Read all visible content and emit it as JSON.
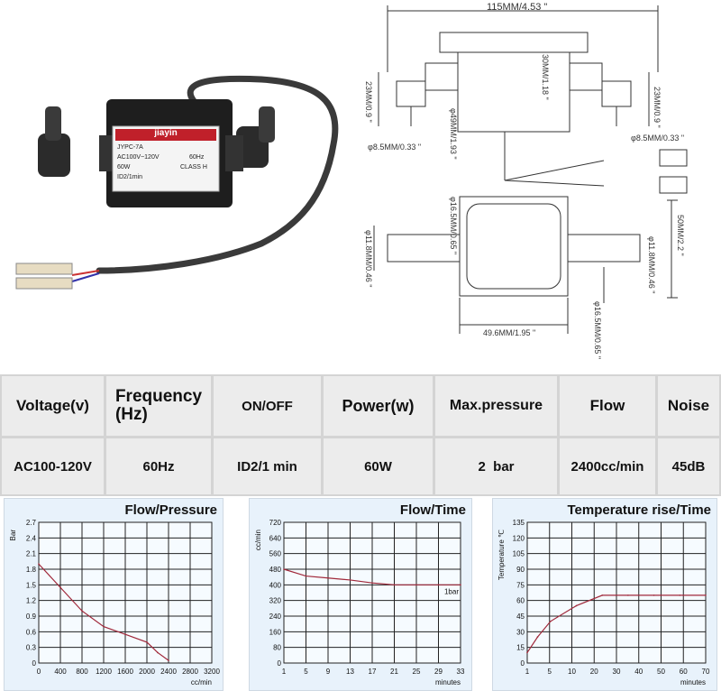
{
  "pump": {
    "brand": "jiayin",
    "model": "JYPC-7A",
    "label_line1": "AC100V~120V",
    "label_freq": "60Hz",
    "label_power": "60W",
    "label_class": "CLASS H",
    "label_duty": "ID2/1min"
  },
  "drawing": {
    "width_dim": "115MM/4.53 \"",
    "height_dim": "30MM/1.18 \"",
    "left_h": "23MM/0.9 \"",
    "right_h": "23MM/0.9 \"",
    "bottom_left": "φ8.5MM/0.33 \"",
    "bottom_right": "φ8.5MM/0.33 \"",
    "center_dia": "φ49MM/1.93 \"",
    "body_dia": "φ16.5MM/0.65 \"",
    "left_dia": "φ11.8MM/0.46 \"",
    "right_dia": "φ11.8MM/0.46 \"",
    "side_height": "50MM/2.2 \"",
    "bottom_dia": "φ16.5MM/0.65 \"",
    "body_width": "49.6MM/1.95 \""
  },
  "specs": {
    "headers": [
      "Voltage(v)",
      "Frequency\n(Hz)",
      "ON/OFF",
      "Power(w)",
      "Max.pressure",
      "Flow",
      "Noise"
    ],
    "values": [
      "AC100-120V",
      "60Hz",
      "ID2/1 min",
      "60W",
      "2  bar",
      "2400cc/min",
      "45dB"
    ]
  },
  "chart_data": [
    {
      "type": "line",
      "title": "Flow/Pressure",
      "ylabel": "Bar",
      "xlabel": "cc/min",
      "x_ticks": [
        "0",
        "400",
        "800",
        "1200",
        "1600",
        "2000",
        "2400",
        "2800",
        "3200"
      ],
      "y_ticks": [
        "0",
        "0.3",
        "0.6",
        "0.9",
        "1.2",
        "1.5",
        "1.8",
        "2.1",
        "2.4",
        "2.7"
      ],
      "xlim": [
        0,
        3200
      ],
      "ylim": [
        0,
        2.7
      ],
      "series": [
        {
          "x": [
            0,
            400,
            800,
            1200,
            1600,
            2000,
            2200,
            2400
          ],
          "y": [
            1.9,
            1.45,
            1.0,
            0.7,
            0.55,
            0.4,
            0.2,
            0.05
          ]
        }
      ]
    },
    {
      "type": "line",
      "title": "Flow/Time",
      "ylabel": "cc/min",
      "xlabel": "minutes",
      "x_ticks": [
        "1",
        "5",
        "9",
        "13",
        "17",
        "21",
        "25",
        "29",
        "33"
      ],
      "y_ticks": [
        "0",
        "80",
        "160",
        "240",
        "320",
        "400",
        "480",
        "560",
        "640",
        "720"
      ],
      "xlim": [
        1,
        33
      ],
      "ylim": [
        0,
        720
      ],
      "annotation": "1bar",
      "series": [
        {
          "x": [
            1,
            5,
            9,
            13,
            17,
            21,
            25,
            29,
            33
          ],
          "y": [
            480,
            445,
            435,
            425,
            410,
            400,
            400,
            400,
            400
          ]
        }
      ]
    },
    {
      "type": "line",
      "title": "Temperature rise/Time",
      "ylabel": "Temperature ℃",
      "xlabel": "minutes",
      "x_ticks": [
        "1",
        "5",
        "10",
        "20",
        "30",
        "40",
        "50",
        "60",
        "70"
      ],
      "y_ticks": [
        "0",
        "15",
        "30",
        "45",
        "60",
        "75",
        "90",
        "105",
        "120",
        "135"
      ],
      "xlim": [
        1,
        70
      ],
      "ylim": [
        0,
        135
      ],
      "series": [
        {
          "x": [
            1,
            5,
            10,
            20,
            30,
            40,
            50,
            60,
            70
          ],
          "y": [
            10,
            25,
            40,
            55,
            65,
            65,
            65,
            65,
            65
          ]
        }
      ]
    }
  ]
}
